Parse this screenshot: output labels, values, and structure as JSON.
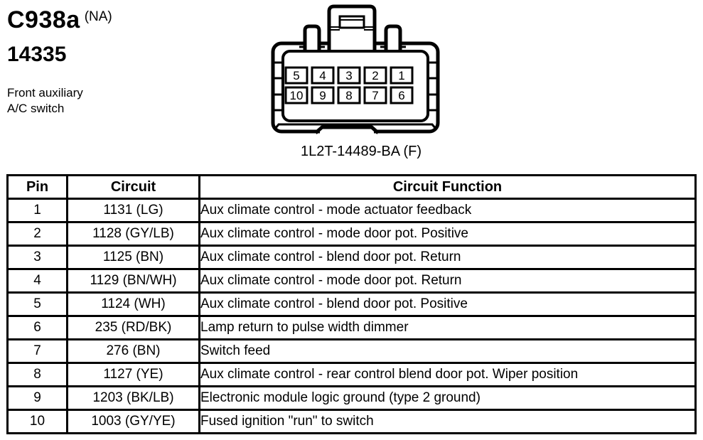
{
  "header": {
    "connector_id": "C938a",
    "connector_id_suffix": "(NA)",
    "part_number": "14335",
    "description_line1": "Front auxiliary",
    "description_line2": "A/C switch"
  },
  "connector": {
    "part_label": "1L2T-14489-BA (F)",
    "pins": [
      "5",
      "4",
      "3",
      "2",
      "1",
      "10",
      "9",
      "8",
      "7",
      "6"
    ]
  },
  "table": {
    "headers": [
      "Pin",
      "Circuit",
      "Circuit Function"
    ],
    "rows": [
      [
        "1",
        "1131 (LG)",
        "Aux climate control - mode actuator feedback"
      ],
      [
        "2",
        "1128 (GY/LB)",
        "Aux climate control - mode door pot. Positive"
      ],
      [
        "3",
        "1125 (BN)",
        "Aux climate control - blend door pot. Return"
      ],
      [
        "4",
        "1129 (BN/WH)",
        "Aux climate control - mode door pot. Return"
      ],
      [
        "5",
        "1124 (WH)",
        "Aux climate control - blend door pot. Positive"
      ],
      [
        "6",
        "235 (RD/BK)",
        "Lamp return to pulse width dimmer"
      ],
      [
        "7",
        "276 (BN)",
        "Switch feed"
      ],
      [
        "8",
        "1127 (YE)",
        "Aux climate control - rear control blend door pot. Wiper position"
      ],
      [
        "9",
        "1203 (BK/LB)",
        "Electronic module logic ground (type 2 ground)"
      ],
      [
        "10",
        "1003 (GY/YE)",
        "Fused ignition \"run\" to switch"
      ]
    ]
  },
  "colors": {
    "ink": "#000000",
    "background": "#ffffff"
  }
}
